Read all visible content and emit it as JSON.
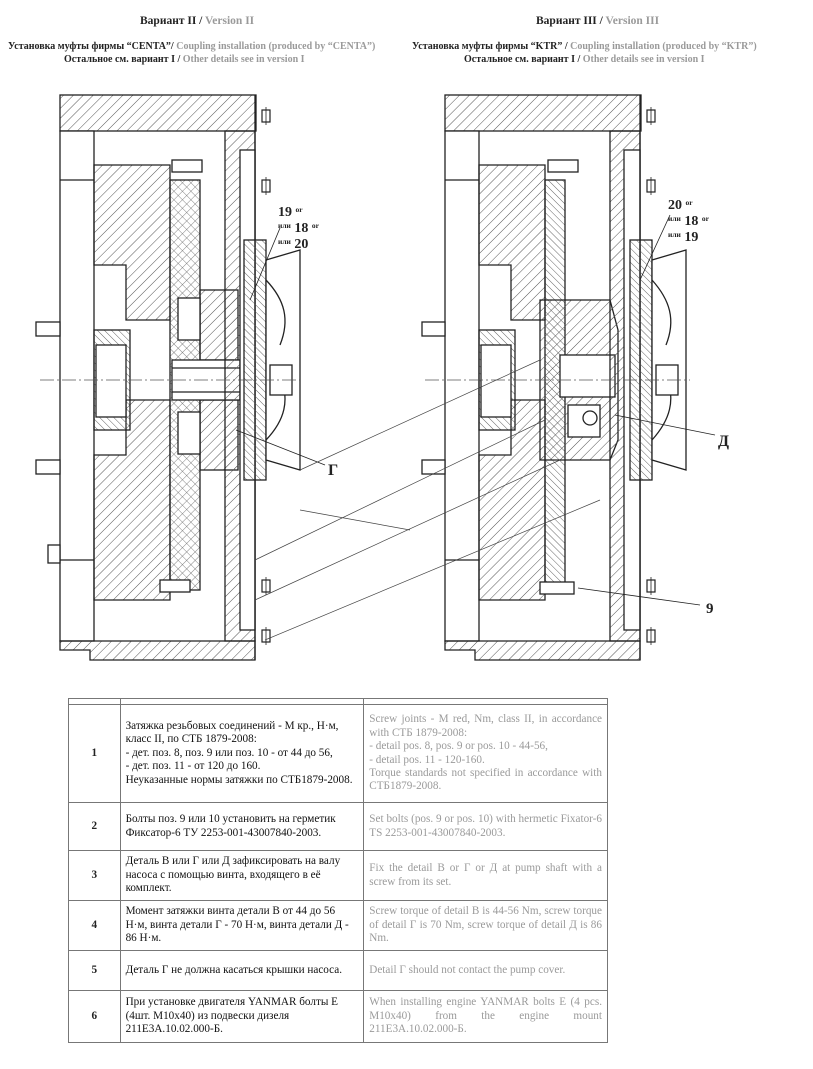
{
  "headers": {
    "v2": {
      "ru": "Вариант II",
      "sep": " / ",
      "en": "Version II"
    },
    "v3": {
      "ru": "Вариант III",
      "sep": " / ",
      "en": "Version III"
    }
  },
  "subtitles": {
    "left_l1_ru": "Установка муфты фирмы “CENTA”/",
    "left_l1_en": " Coupling installation (produced by “CENTA”)",
    "left_l2_ru": "Остальное см. вариант I / ",
    "left_l2_en": "Other details see in version I",
    "right_l1_ru": "Установка муфты фирмы “KTR” / ",
    "right_l1_en": "Coupling installation (produced by “KTR”)",
    "right_l2_ru": "Остальное см. вариант I / ",
    "right_l2_en": "Other details see in version I"
  },
  "callouts": {
    "left": {
      "a": "19",
      "or1": "or",
      "ili1": "или",
      "b": "18",
      "or2": "or",
      "ili2": "или",
      "c": "20"
    },
    "right": {
      "a": "20",
      "or1": "or",
      "ili1": "или",
      "b": "18",
      "or2": "or",
      "ili2": "или",
      "c": "19"
    },
    "g": "Г",
    "d": "Д",
    "nine": "9"
  },
  "notes": [
    {
      "num": "1",
      "ru": "Затяжка резьбовых соединений - М кр., Н·м, класс II, по СТБ 1879-2008:\n- дет. поз. 8, поз. 9 или поз. 10 - от 44 до 56,\n- дет. поз. 11 - от 120 до 160.\nНеуказанные нормы затяжки по СТБ1879-2008.",
      "en": "Screw joints - M red, Nm, class II, in accordance with СТБ 1879-2008:\n- detail pos. 8, pos. 9 or pos. 10 - 44-56,\n- detail pos. 11 - 120-160.\nTorque standards not specified in accordance with СТБ1879-2008."
    },
    {
      "num": "2",
      "ru": "Болты поз. 9 или 10 установить на герметик Фиксатор-6 ТУ 2253-001-43007840-2003.",
      "en": "Set bolts (pos. 9 or pos. 10) with hermetic Fixator-6 TS 2253-001-43007840-2003."
    },
    {
      "num": "3",
      "ru": "Деталь В или Г или Д зафиксировать на валу насоса с помощью винта, входящего в её комплект.",
      "en": "Fix the detail В or Г or Д at pump shaft with a screw from its set."
    },
    {
      "num": "4",
      "ru": "Момент затяжки винта детали В от 44 до 56 Н·м, винта детали Г - 70 Н·м, винта детали Д - 86 Н·м.",
      "en": "Screw torque of detail В is 44-56 Nm, screw torque of detail Г is 70 Nm, screw torque of detail Д is 86 Nm."
    },
    {
      "num": "5",
      "ru": "Деталь Г не должна касаться крышки насоса.",
      "en": "Detail Г should not contact the pump cover."
    },
    {
      "num": "6",
      "ru": "При установке двигателя YANMAR болты Е (4шт. М10х40) из подвески дизеля 211E3А.10.02.000-Б.",
      "en": "When installing engine YANMAR bolts E (4 pcs. M10x40) from the engine mount 211E3A.10.02.000-Б."
    }
  ]
}
